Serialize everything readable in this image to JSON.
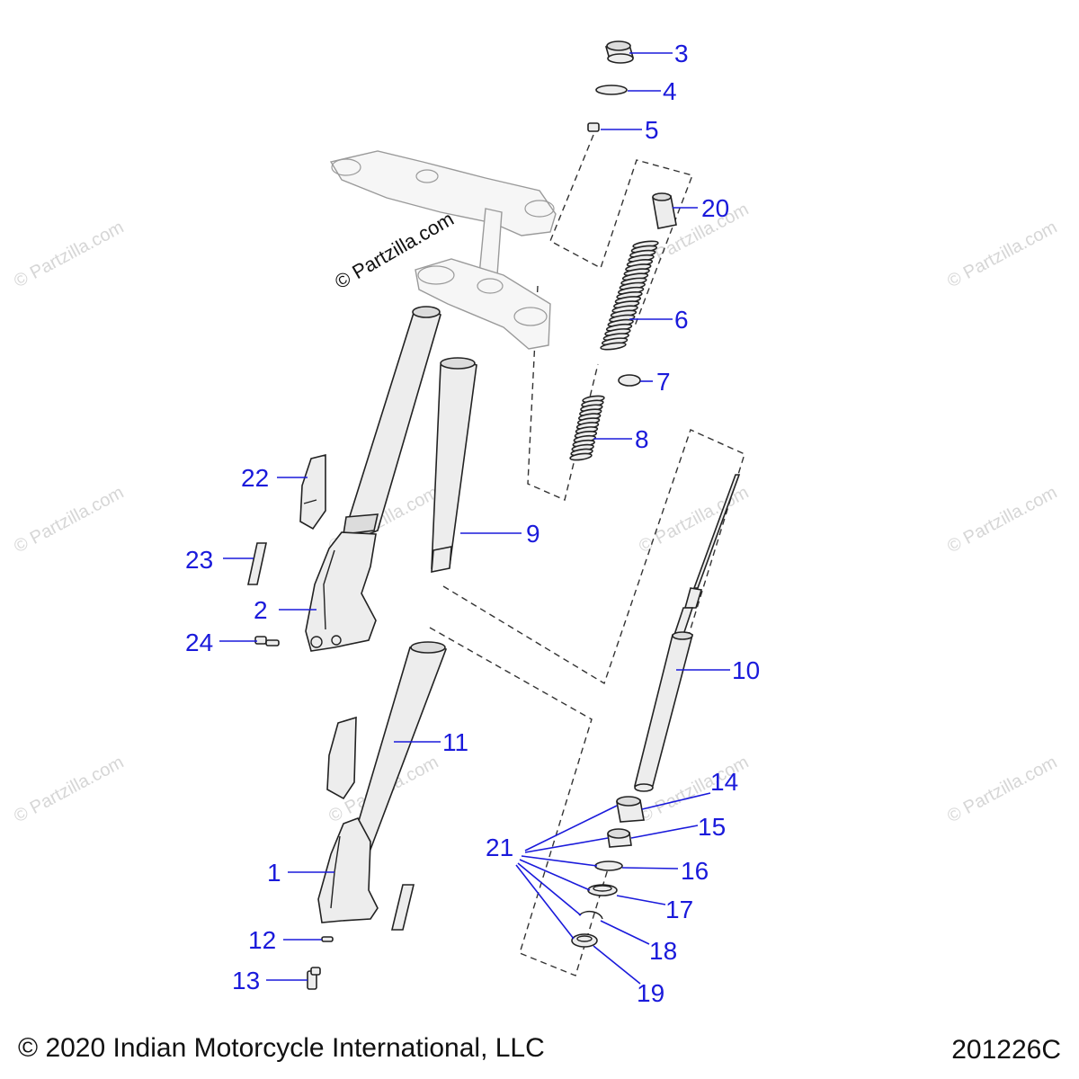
{
  "watermark": {
    "main": "© Partzilla.com",
    "repeat": "© Partzilla.com"
  },
  "callouts": [
    {
      "id": "c1",
      "label": "1"
    },
    {
      "id": "c2",
      "label": "2"
    },
    {
      "id": "c3",
      "label": "3"
    },
    {
      "id": "c4",
      "label": "4"
    },
    {
      "id": "c5",
      "label": "5"
    },
    {
      "id": "c6",
      "label": "6"
    },
    {
      "id": "c7",
      "label": "7"
    },
    {
      "id": "c8",
      "label": "8"
    },
    {
      "id": "c9",
      "label": "9"
    },
    {
      "id": "c10",
      "label": "10"
    },
    {
      "id": "c11",
      "label": "11"
    },
    {
      "id": "c12",
      "label": "12"
    },
    {
      "id": "c13",
      "label": "13"
    },
    {
      "id": "c14",
      "label": "14"
    },
    {
      "id": "c15",
      "label": "15"
    },
    {
      "id": "c16",
      "label": "16"
    },
    {
      "id": "c17",
      "label": "17"
    },
    {
      "id": "c18",
      "label": "18"
    },
    {
      "id": "c19",
      "label": "19"
    },
    {
      "id": "c20",
      "label": "20"
    },
    {
      "id": "c21",
      "label": "21"
    },
    {
      "id": "c22",
      "label": "22"
    },
    {
      "id": "c23",
      "label": "23"
    },
    {
      "id": "c24",
      "label": "24"
    }
  ],
  "footer": {
    "copyright": "© 2020 Indian Motorcycle International, LLC",
    "diagram_code": "201226C"
  }
}
